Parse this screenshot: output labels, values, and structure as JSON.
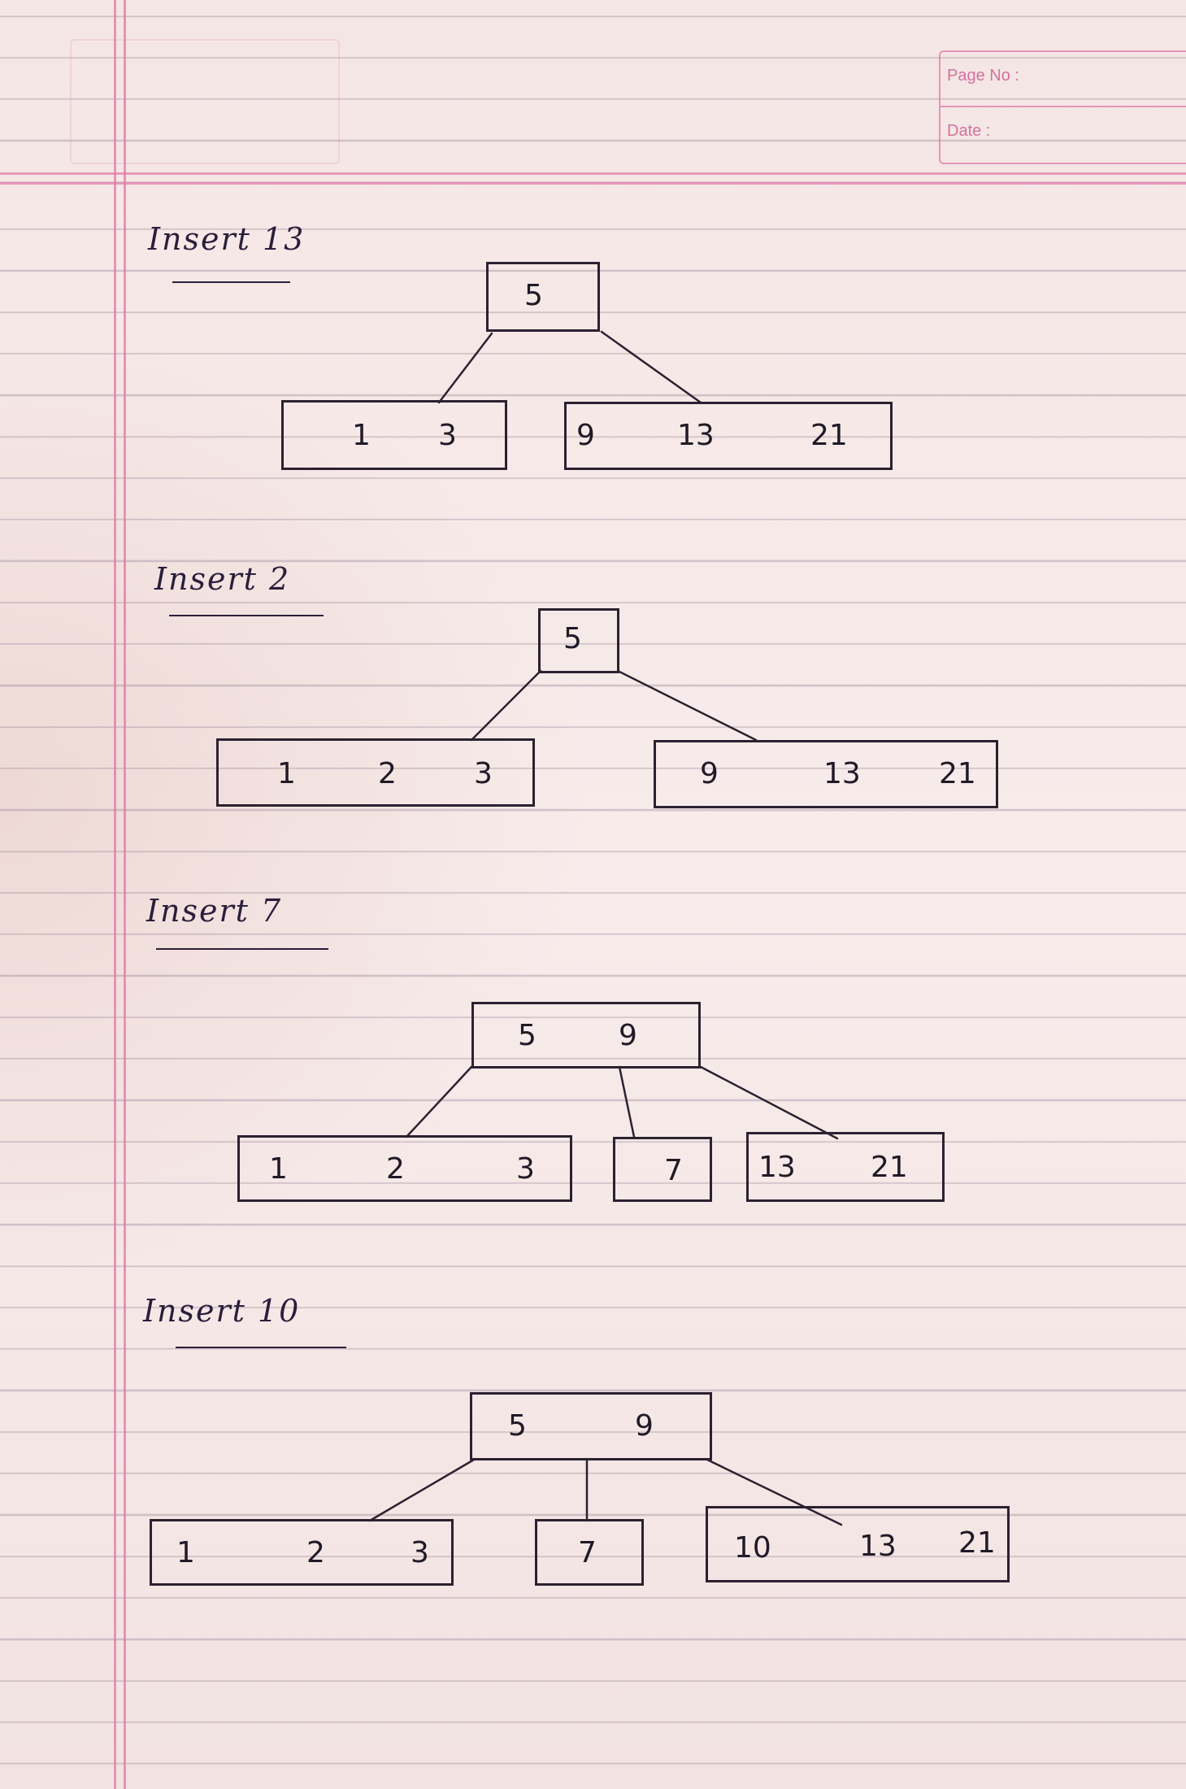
{
  "header": {
    "page_no_label": "Page No :",
    "date_label": "Date :"
  },
  "sections": [
    {
      "heading": "Insert 13",
      "root": [
        "5"
      ],
      "children": [
        [
          "1",
          "3"
        ],
        [
          "9",
          "13",
          "21"
        ]
      ]
    },
    {
      "heading": "Insert 2",
      "root": [
        "5"
      ],
      "children": [
        [
          "1",
          "2",
          "3"
        ],
        [
          "9",
          "13",
          "21"
        ]
      ]
    },
    {
      "heading": "Insert 7",
      "root": [
        "5",
        "9"
      ],
      "children": [
        [
          "1",
          "2",
          "3"
        ],
        [
          "7"
        ],
        [
          "13",
          "21"
        ]
      ]
    },
    {
      "heading": "Insert 10",
      "root": [
        "5",
        "9"
      ],
      "children": [
        [
          "1",
          "2",
          "3"
        ],
        [
          "7"
        ],
        [
          "10",
          "13",
          "21"
        ]
      ]
    }
  ],
  "colors": {
    "ink": "#1f1a26",
    "margin": "#e178aa",
    "paper": "#f6ebe9"
  }
}
